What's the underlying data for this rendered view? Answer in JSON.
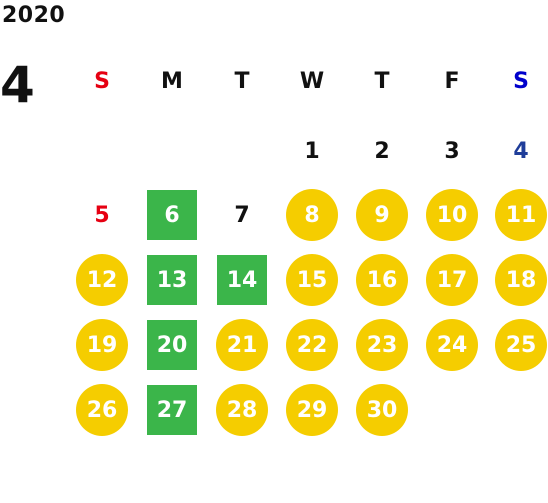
{
  "calendar": {
    "year": "2020",
    "month": "4",
    "weekdays": [
      {
        "label": "S",
        "color": "#e60012"
      },
      {
        "label": "M",
        "color": "#111111"
      },
      {
        "label": "T",
        "color": "#111111"
      },
      {
        "label": "W",
        "color": "#111111"
      },
      {
        "label": "T",
        "color": "#111111"
      },
      {
        "label": "F",
        "color": "#111111"
      },
      {
        "label": "S",
        "color": "#0000cc"
      }
    ],
    "colors": {
      "yellow": "#f5cd00",
      "green": "#3bb54a",
      "plain": "#111111",
      "sunday": "#e60012",
      "saturday_plain": "#1f3d99"
    },
    "days": [
      {
        "day": "1",
        "style": "plain"
      },
      {
        "day": "2",
        "style": "plain"
      },
      {
        "day": "3",
        "style": "plain"
      },
      {
        "day": "4",
        "style": "saturday_plain"
      },
      {
        "day": "5",
        "style": "sunday"
      },
      {
        "day": "6",
        "style": "green"
      },
      {
        "day": "7",
        "style": "plain"
      },
      {
        "day": "8",
        "style": "yellow"
      },
      {
        "day": "9",
        "style": "yellow"
      },
      {
        "day": "10",
        "style": "yellow"
      },
      {
        "day": "11",
        "style": "yellow"
      },
      {
        "day": "12",
        "style": "yellow"
      },
      {
        "day": "13",
        "style": "green"
      },
      {
        "day": "14",
        "style": "green"
      },
      {
        "day": "15",
        "style": "yellow"
      },
      {
        "day": "16",
        "style": "yellow"
      },
      {
        "day": "17",
        "style": "yellow"
      },
      {
        "day": "18",
        "style": "yellow"
      },
      {
        "day": "19",
        "style": "yellow"
      },
      {
        "day": "20",
        "style": "green"
      },
      {
        "day": "21",
        "style": "yellow"
      },
      {
        "day": "22",
        "style": "yellow"
      },
      {
        "day": "23",
        "style": "yellow"
      },
      {
        "day": "24",
        "style": "yellow"
      },
      {
        "day": "25",
        "style": "yellow"
      },
      {
        "day": "26",
        "style": "yellow"
      },
      {
        "day": "27",
        "style": "green"
      },
      {
        "day": "28",
        "style": "yellow"
      },
      {
        "day": "29",
        "style": "yellow"
      },
      {
        "day": "30",
        "style": "yellow"
      }
    ],
    "first_weekday_index": 3
  }
}
